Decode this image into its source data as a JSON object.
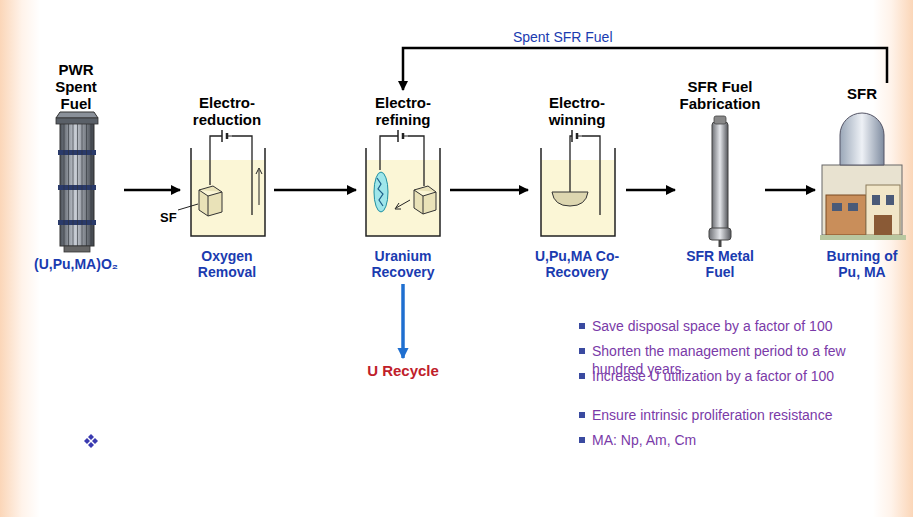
{
  "diagram": {
    "nodes": [
      {
        "text": [
          "PWR Spent Fuel",
          "(U,Pu,MA)O₂"
        ]
      },
      {
        "text": [
          "Electro-reduction",
          "Oxygen Removal"
        ]
      },
      {
        "text": [
          "Electro-refining",
          "Uranium Recovery"
        ]
      },
      {
        "text": [
          "Electro-winning",
          "U,Pu,MA Co-Recovery"
        ]
      },
      {
        "text": [
          "SFR Fuel Fabrication",
          "SFR Metal Fuel"
        ]
      },
      {
        "text": [
          "SFR",
          "Burning of Pu, MA"
        ]
      },
      {
        "text": [
          "U Recycle"
        ]
      }
    ],
    "edges": [
      {
        "from": 0,
        "to": 1,
        "arrow": "to"
      },
      {
        "from": 1,
        "to": 2,
        "arrow": "to"
      },
      {
        "from": 2,
        "to": 3,
        "arrow": "to"
      },
      {
        "from": 3,
        "to": 4,
        "arrow": "to"
      },
      {
        "from": 4,
        "to": 5,
        "arrow": "to"
      },
      {
        "from": 5,
        "to": 2,
        "label": "Spent SFR Fuel",
        "arrow": "to"
      },
      {
        "from": 2,
        "to": 6,
        "arrow": "to"
      }
    ],
    "labels": [
      "SF",
      "Save disposal space by a factor of 100",
      "Shorten the management period to a few hundred years",
      "Increase U utilization by a factor of 100",
      "Ensure intrinsic proliferation resistance",
      "MA: Np, Am, Cm"
    ]
  }
}
